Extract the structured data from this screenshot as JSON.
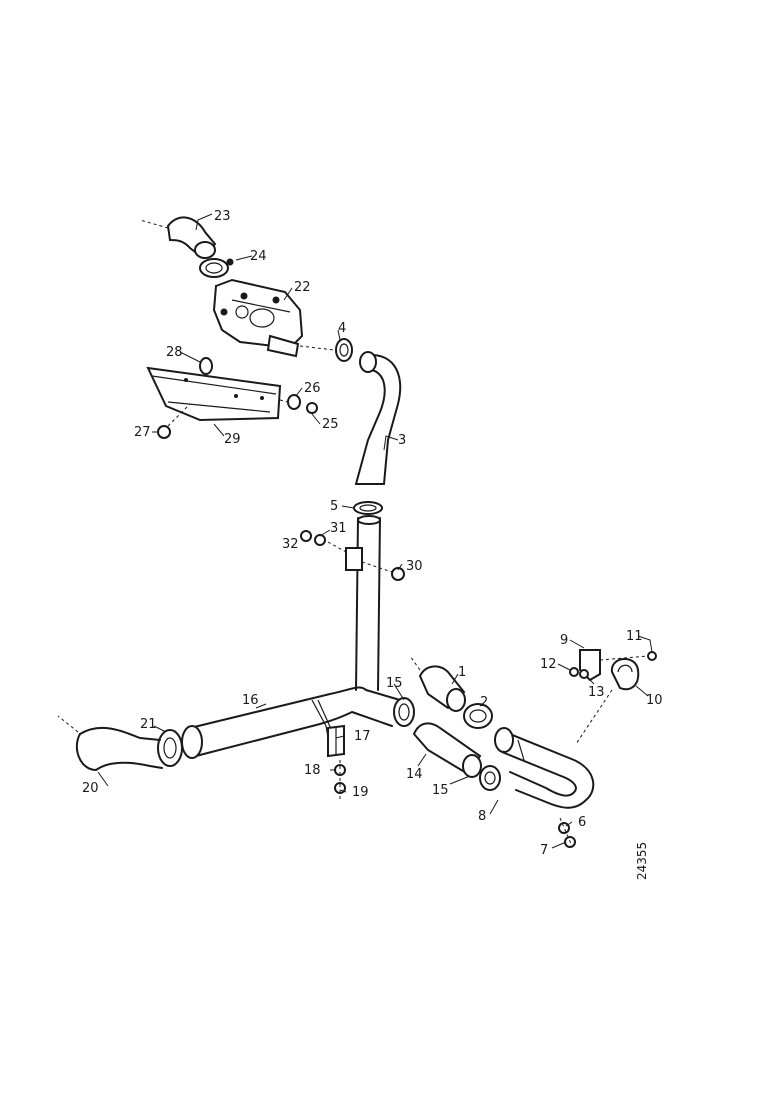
{
  "drawing_number": "24355",
  "callouts": {
    "c1": "1",
    "c2": "2",
    "c3": "3",
    "c4": "4",
    "c5": "5",
    "c6": "6",
    "c7": "7",
    "c8": "8",
    "c9": "9",
    "c10": "10",
    "c11": "11",
    "c12": "12",
    "c13": "13",
    "c14": "14",
    "c15a": "15",
    "c15b": "15",
    "c16": "16",
    "c17": "17",
    "c18": "18",
    "c19": "19",
    "c20": "20",
    "c21": "21",
    "c22": "22",
    "c23": "23",
    "c24": "24",
    "c25": "25",
    "c26": "26",
    "c27": "27",
    "c28": "28",
    "c29": "29",
    "c30": "30",
    "c31": "31",
    "c32": "32"
  }
}
